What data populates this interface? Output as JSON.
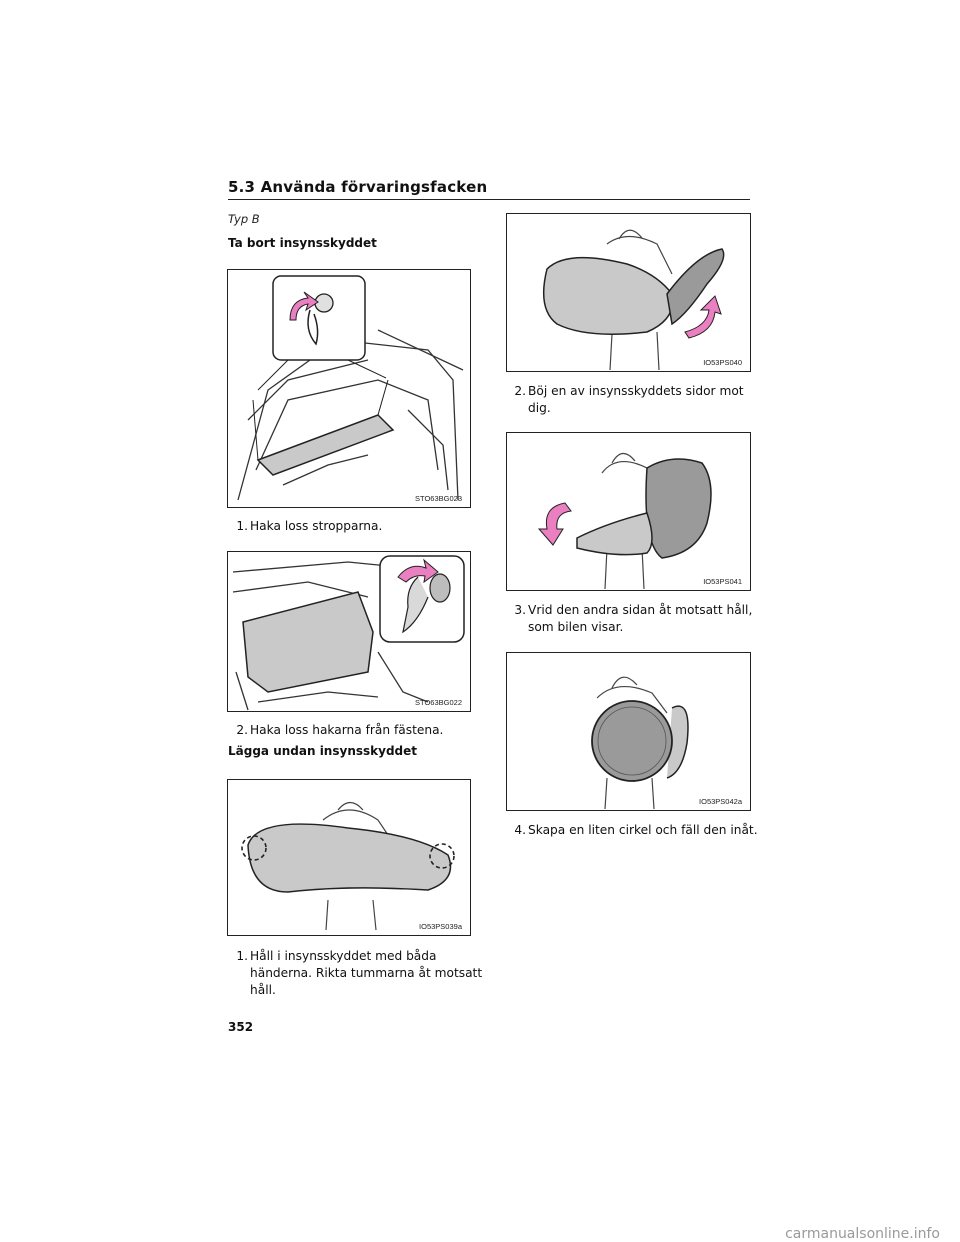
{
  "header": {
    "section_title": "5.3 Använda förvaringsfacken",
    "type_label": "Typ B"
  },
  "left": {
    "heading_remove": "Ta bort insynsskyddet",
    "fig1_code": "STO63BG023",
    "step1": {
      "number": "1.",
      "text": "Haka loss stropparna."
    },
    "fig2_code": "STO63BG022",
    "step2": {
      "number": "2.",
      "text": "Haka loss hakarna från fästena."
    },
    "heading_store": "Lägga undan insynsskyddet",
    "fig3_code": "IO53PS039a",
    "step3": {
      "number": "1.",
      "line1": "Håll i insynsskyddet med båda",
      "line2": "händerna. Rikta tummarna åt motsatt",
      "line3": "håll."
    }
  },
  "right": {
    "fig4_code": "IO53PS040",
    "step4": {
      "number": "2.",
      "line1": "Böj en av insynsskyddets sidor mot",
      "line2": "dig."
    },
    "fig5_code": "IO53PS041",
    "step5": {
      "number": "3.",
      "line1": "Vrid den andra sidan åt motsatt håll,",
      "line2": "som bilen visar."
    },
    "fig6_code": "IO53PS042a",
    "step6": {
      "number": "4.",
      "text": "Skapa en liten cirkel och fäll den inåt."
    }
  },
  "footer": {
    "page_number": "352",
    "watermark": "carmanualsonline.info"
  },
  "colors": {
    "arrow_pink": "#ea7fc1",
    "cover_gray": "#c9c9c9",
    "cover_dark": "#9a9a9a"
  }
}
